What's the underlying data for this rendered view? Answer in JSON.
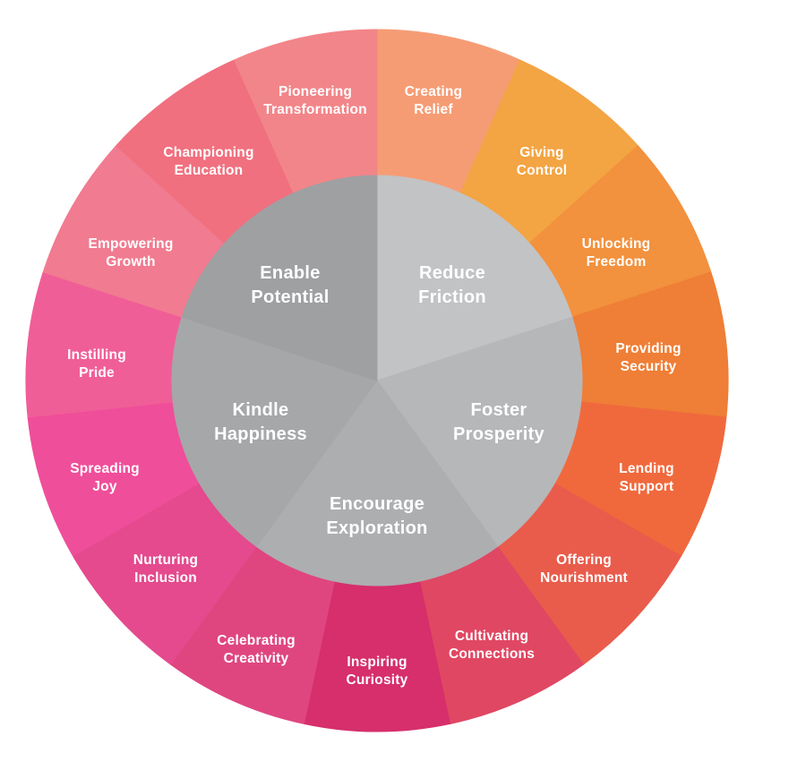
{
  "wheel": {
    "description": "Brand values wheel: five core values (inner gray pie) each linked to three supporting behaviors (outer colored ring)",
    "background_color": "#FFFFFF",
    "label_text_color": "#FFFFFF",
    "inner_segments": [
      {
        "name": "Reduce Friction",
        "line1": "Reduce",
        "line2": "Friction",
        "color": "#C2C3C5"
      },
      {
        "name": "Foster Prosperity",
        "line1": "Foster",
        "line2": "Prosperity",
        "color": "#B6B7B9"
      },
      {
        "name": "Encourage Exploration",
        "line1": "Encourage",
        "line2": "Exploration",
        "color": "#ADAEB0"
      },
      {
        "name": "Kindle Happiness",
        "line1": "Kindle",
        "line2": "Happiness",
        "color": "#A6A7A9"
      },
      {
        "name": "Enable Potential",
        "line1": "Enable",
        "line2": "Potential",
        "color": "#9EA0A2"
      }
    ],
    "outer_segments": [
      {
        "name": "Creating Relief",
        "line1": "Creating",
        "line2": "Relief",
        "color": "#F69C74",
        "parent": "Reduce Friction"
      },
      {
        "name": "Giving Control",
        "line1": "Giving",
        "line2": "Control",
        "color": "#F3A443",
        "parent": "Reduce Friction"
      },
      {
        "name": "Unlocking Freedom",
        "line1": "Unlocking",
        "line2": "Freedom",
        "color": "#F2913E",
        "parent": "Reduce Friction"
      },
      {
        "name": "Providing Security",
        "line1": "Providing",
        "line2": "Security",
        "color": "#EF7E36",
        "parent": "Foster Prosperity"
      },
      {
        "name": "Lending Support",
        "line1": "Lending",
        "line2": "Support",
        "color": "#F0693D",
        "parent": "Foster Prosperity"
      },
      {
        "name": "Offering Nourishment",
        "line1": "Offering",
        "line2": "Nourishment",
        "color": "#E95C4B",
        "parent": "Foster Prosperity"
      },
      {
        "name": "Cultivating Connections",
        "line1": "Cultivating",
        "line2": "Connections",
        "color": "#E04763",
        "parent": "Encourage Exploration"
      },
      {
        "name": "Inspiring Curiosity",
        "line1": "Inspiring",
        "line2": "Curiosity",
        "color": "#D62F6B",
        "parent": "Encourage Exploration"
      },
      {
        "name": "Celebrating Creativity",
        "line1": "Celebrating",
        "line2": "Creativity",
        "color": "#DF4680",
        "parent": "Encourage Exploration"
      },
      {
        "name": "Nurturing Inclusion",
        "line1": "Nurturing",
        "line2": "Inclusion",
        "color": "#E44A8D",
        "parent": "Kindle Happiness"
      },
      {
        "name": "Spreading Joy",
        "line1": "Spreading",
        "line2": "Joy",
        "color": "#EF4E9A",
        "parent": "Kindle Happiness"
      },
      {
        "name": "Instilling Pride",
        "line1": "Instilling",
        "line2": "Pride",
        "color": "#F05E97",
        "parent": "Kindle Happiness"
      },
      {
        "name": "Empowering Growth",
        "line1": "Empowering",
        "line2": "Growth",
        "color": "#F17B90",
        "parent": "Enable Potential"
      },
      {
        "name": "Championing Education",
        "line1": "Championing",
        "line2": "Education",
        "color": "#F0707F",
        "parent": "Enable Potential"
      },
      {
        "name": "Pioneering Transformation",
        "line1": "Pioneering",
        "line2": "Transformation",
        "color": "#F28589",
        "parent": "Enable Potential"
      }
    ]
  }
}
